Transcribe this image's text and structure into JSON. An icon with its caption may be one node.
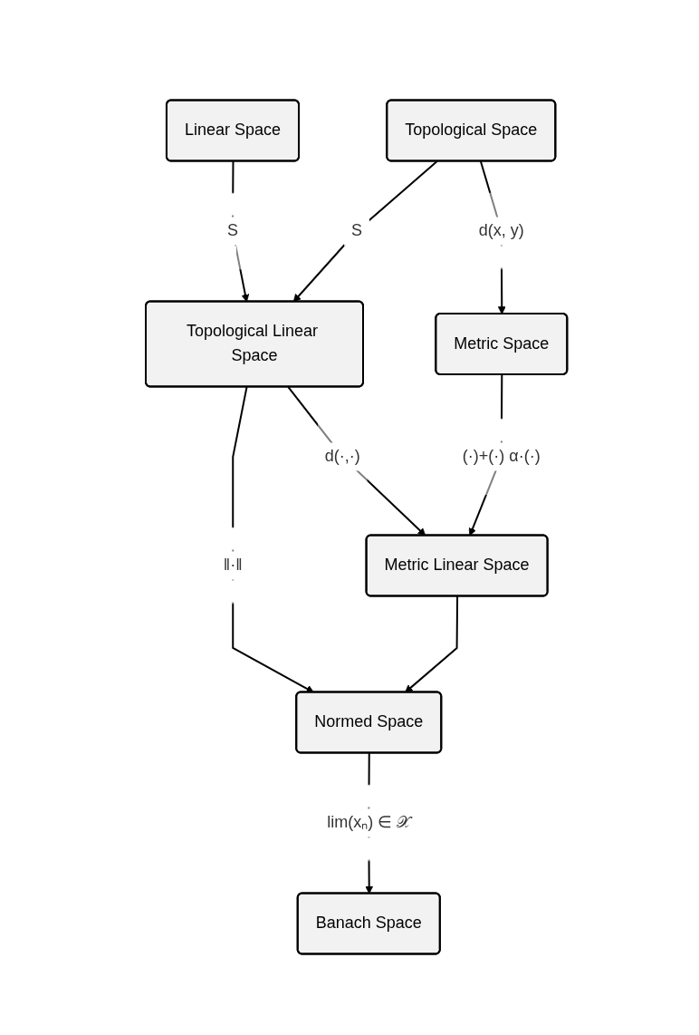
{
  "diagram": {
    "nodes": [
      {
        "text": [
          "Linear Space"
        ]
      },
      {
        "text": [
          "Topological Space"
        ]
      },
      {
        "text": [
          "Topological Linear Space"
        ]
      },
      {
        "text": [
          "Metric Space"
        ]
      },
      {
        "text": [
          "Normed Space"
        ]
      },
      {
        "text": [
          "Metric Linear Space"
        ]
      },
      {
        "text": [
          "Banach Space"
        ]
      }
    ],
    "edges": [
      {
        "from": 0,
        "to": 2,
        "arrow": "to",
        "label": "S"
      },
      {
        "from": 1,
        "to": 2,
        "arrow": "to",
        "label": "S"
      },
      {
        "from": 1,
        "to": 3,
        "arrow": "to",
        "label": "d(x, y)"
      },
      {
        "from": 2,
        "to": 4,
        "arrow": "to",
        "label": "‖·‖"
      },
      {
        "from": 2,
        "to": 5,
        "arrow": "to",
        "label": "d(·,·)"
      },
      {
        "from": 3,
        "to": 5,
        "arrow": "to",
        "label": "(·)+(·) α·(·)"
      },
      {
        "from": 5,
        "to": 4,
        "arrow": "to"
      },
      {
        "from": 4,
        "to": 6,
        "arrow": "to",
        "label": "lim(xₙ) ∈ 𝒳"
      }
    ]
  }
}
